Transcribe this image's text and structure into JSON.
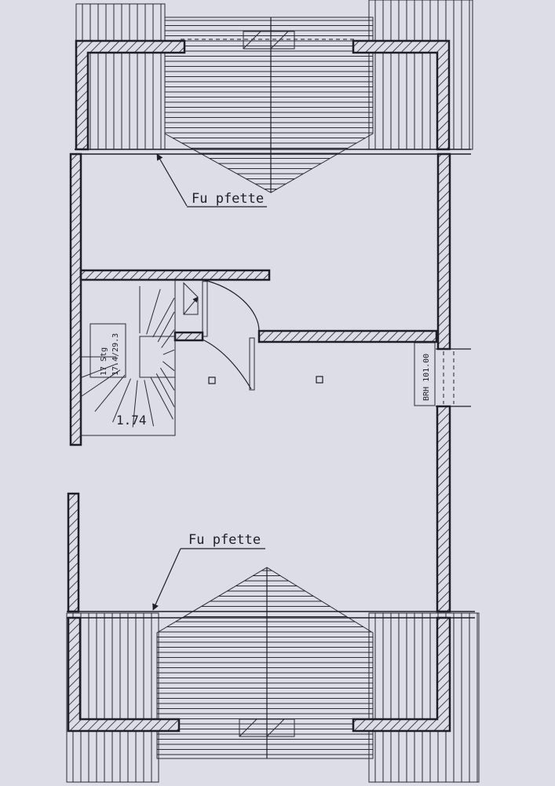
{
  "labels": {
    "purlin_top": "Fu pfette",
    "purlin_bottom": "Fu pfette",
    "stair_dim": "1.74",
    "stair_spec_1": "17 Stg",
    "stair_spec_2": "17.4/29.3",
    "window_sill": "BRH 101.00"
  },
  "colors": {
    "paper": "#dcdde6",
    "ink": "#1e1e28"
  }
}
